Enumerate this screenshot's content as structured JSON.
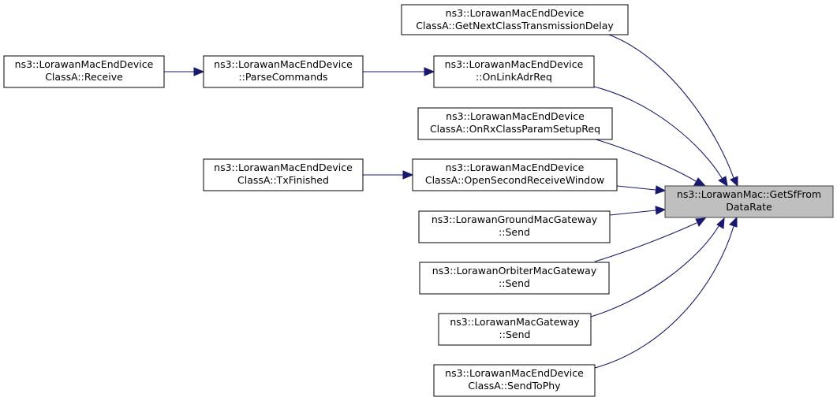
{
  "nodes": {
    "get_sf_from_datarate": {
      "line1": "ns3::LorawanMac::GetSfFrom",
      "line2": "DataRate"
    },
    "get_next_class_transmission_delay": {
      "line1": "ns3::LorawanMacEndDevice",
      "line2": "ClassA::GetNextClassTransmissionDelay"
    },
    "receive": {
      "line1": "ns3::LorawanMacEndDevice",
      "line2": "ClassA::Receive"
    },
    "parse_commands": {
      "line1": "ns3::LorawanMacEndDevice",
      "line2": "::ParseCommands"
    },
    "on_link_adr_req": {
      "line1": "ns3::LorawanMacEndDevice",
      "line2": "::OnLinkAdrReq"
    },
    "on_rx_class_param_setup_req": {
      "line1": "ns3::LorawanMacEndDevice",
      "line2": "ClassA::OnRxClassParamSetupReq"
    },
    "tx_finished": {
      "line1": "ns3::LorawanMacEndDevice",
      "line2": "ClassA::TxFinished"
    },
    "open_second_receive_window": {
      "line1": "ns3::LorawanMacEndDevice",
      "line2": "ClassA::OpenSecondReceiveWindow"
    },
    "ground_gateway_send": {
      "line1": "ns3::LorawanGroundMacGateway",
      "line2": "::Send"
    },
    "orbiter_gateway_send": {
      "line1": "ns3::LorawanOrbiterMacGateway",
      "line2": "::Send"
    },
    "mac_gateway_send": {
      "line1": "ns3::LorawanMacGateway",
      "line2": "::Send"
    },
    "send_to_phy": {
      "line1": "ns3::LorawanMacEndDevice",
      "line2": "ClassA::SendToPhy"
    }
  },
  "edges": [
    {
      "from": "receive",
      "to": "parse_commands"
    },
    {
      "from": "parse_commands",
      "to": "on_link_adr_req"
    },
    {
      "from": "tx_finished",
      "to": "open_second_receive_window"
    },
    {
      "from": "get_next_class_transmission_delay",
      "to": "get_sf_from_datarate"
    },
    {
      "from": "on_link_adr_req",
      "to": "get_sf_from_datarate"
    },
    {
      "from": "on_rx_class_param_setup_req",
      "to": "get_sf_from_datarate"
    },
    {
      "from": "open_second_receive_window",
      "to": "get_sf_from_datarate"
    },
    {
      "from": "ground_gateway_send",
      "to": "get_sf_from_datarate"
    },
    {
      "from": "orbiter_gateway_send",
      "to": "get_sf_from_datarate"
    },
    {
      "from": "mac_gateway_send",
      "to": "get_sf_from_datarate"
    },
    {
      "from": "send_to_phy",
      "to": "get_sf_from_datarate"
    }
  ],
  "colors": {
    "edge": "#191970",
    "target_fill": "#bfbfbf",
    "node_fill": "#ffffff"
  }
}
